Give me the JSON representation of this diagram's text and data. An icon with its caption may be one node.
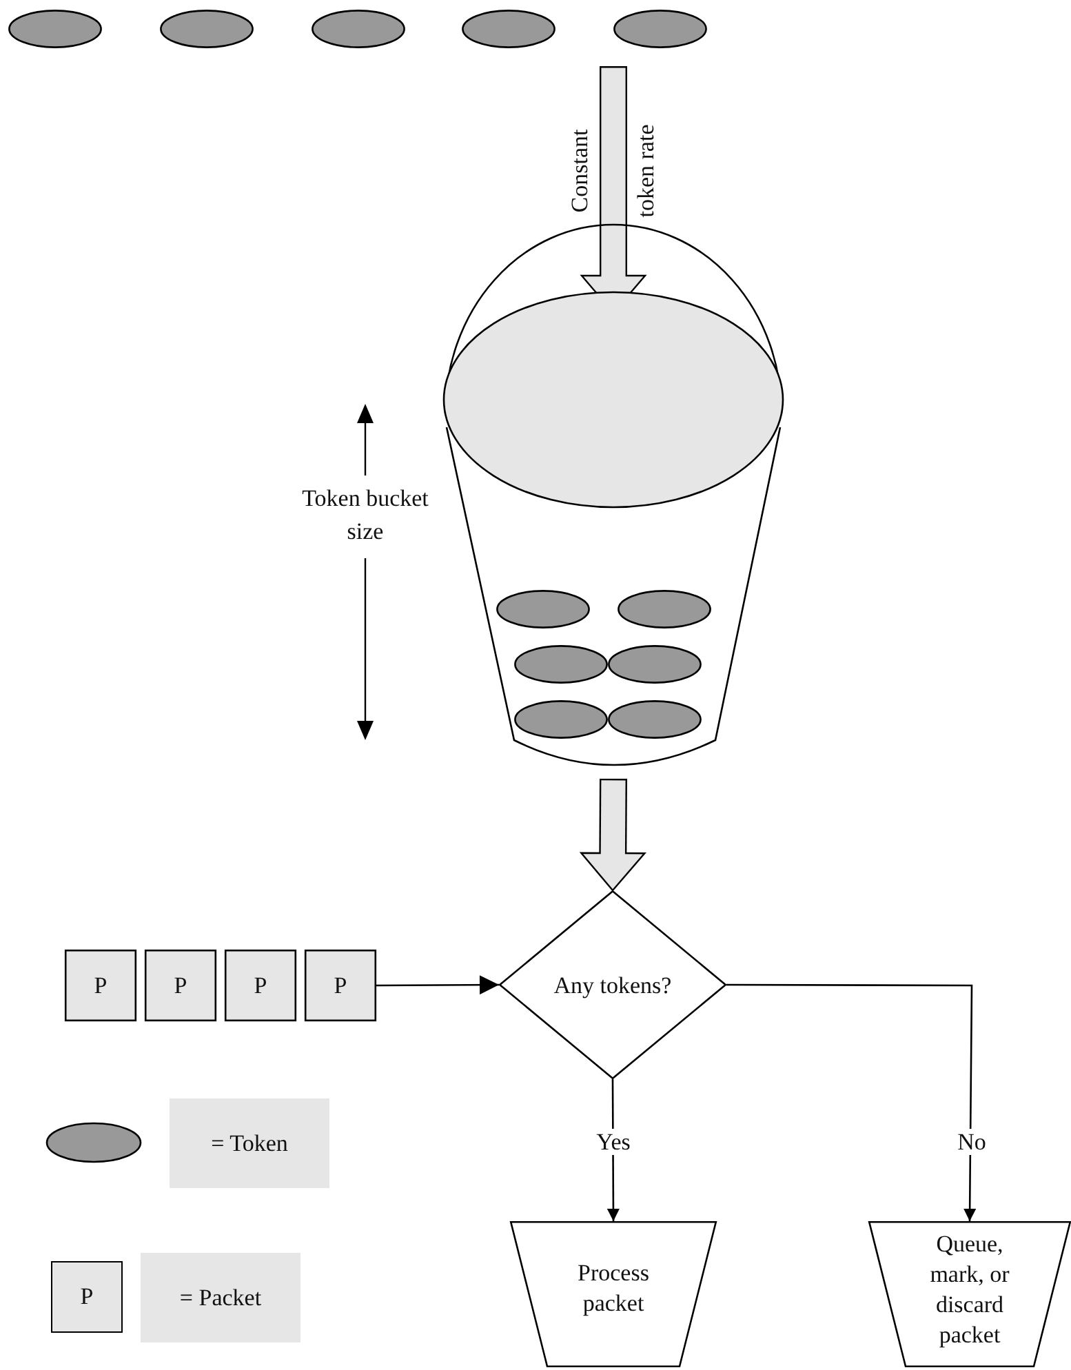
{
  "diagram": {
    "nodes": [
      {
        "text": [],
        "shape": "ellipse"
      },
      {
        "text": [],
        "shape": "ellipse"
      },
      {
        "text": [],
        "shape": "ellipse"
      },
      {
        "text": [],
        "shape": "ellipse"
      },
      {
        "text": [],
        "shape": "ellipse"
      },
      {
        "text": [],
        "shape": "bucket"
      },
      {
        "text": [],
        "shape": "ellipse",
        "in": 5
      },
      {
        "text": [],
        "shape": "ellipse",
        "in": 5
      },
      {
        "text": [],
        "shape": "ellipse",
        "in": 5
      },
      {
        "text": [],
        "shape": "ellipse",
        "in": 5
      },
      {
        "text": [],
        "shape": "ellipse",
        "in": 5
      },
      {
        "text": [],
        "shape": "ellipse",
        "in": 5
      },
      {
        "text": [
          "P"
        ]
      },
      {
        "text": [
          "P"
        ]
      },
      {
        "text": [
          "P"
        ]
      },
      {
        "text": [
          "P"
        ]
      },
      {
        "text": [
          "Any tokens?"
        ]
      },
      {
        "text": [
          "Process packet"
        ]
      },
      {
        "text": [
          "Queue, mark, or discard packet"
        ]
      }
    ],
    "edges": [
      {
        "from": null,
        "to": 5,
        "arrow": "to",
        "label": "Constant token rate",
        "style": "thick"
      },
      {
        "from": 5,
        "to": 16,
        "arrow": "to",
        "style": "thick"
      },
      {
        "from": 15,
        "to": 16,
        "arrow": "to"
      },
      {
        "from": 16,
        "to": 17,
        "arrow": "to",
        "label": "Yes"
      },
      {
        "from": 16,
        "to": 18,
        "arrow": "to",
        "label": "No"
      }
    ],
    "labels": [
      "Token bucket size",
      "P"
    ],
    "legend": [
      {
        "text": "= Token",
        "color": "#999999"
      },
      {
        "text": "= Packet"
      }
    ]
  }
}
